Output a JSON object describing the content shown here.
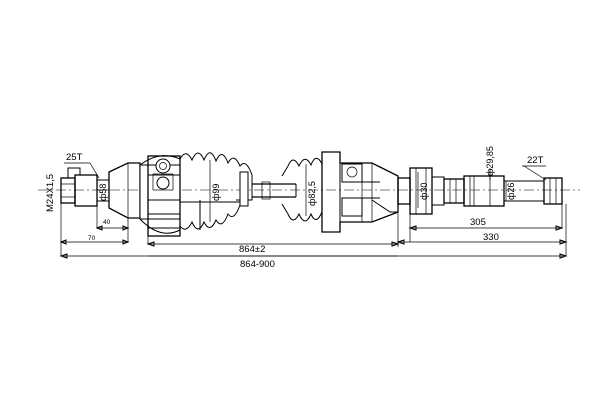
{
  "drawing": {
    "thread_label": "M24X1,5",
    "left_spline_label": "25T",
    "right_spline_label": "22T",
    "dim_58": "ф58",
    "dim_40": "40",
    "dim_70": "70",
    "dim_99": "ф99",
    "dim_82_5": "ф82,5",
    "dim_30": "ф30",
    "dim_29_85": "ф29,85",
    "dim_26": "ф26",
    "dim_305": "305",
    "dim_330": "330",
    "dim_864": "864±2",
    "dim_864_900": "864-900"
  }
}
